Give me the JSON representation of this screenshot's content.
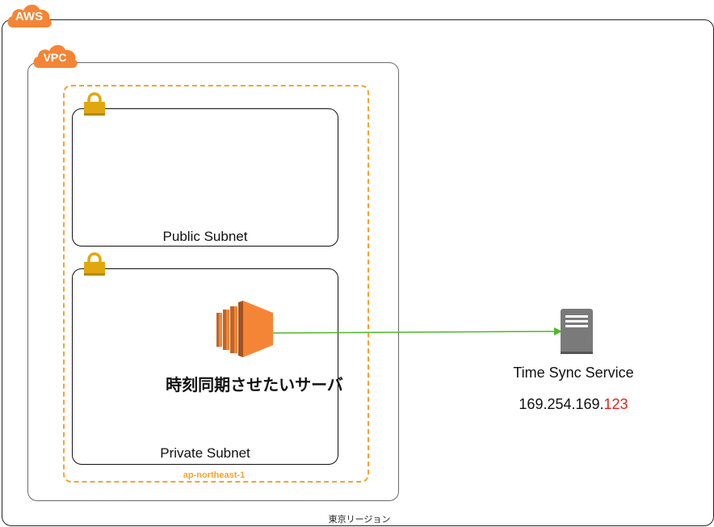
{
  "aws": {
    "badge": "AWS",
    "region_label": "東京リージョン"
  },
  "vpc": {
    "badge": "VPC"
  },
  "availability_zone": {
    "label": "ap-northeast-1"
  },
  "subnets": {
    "public": {
      "label": "Public Subnet"
    },
    "private": {
      "label": "Private Subnet"
    }
  },
  "ec2": {
    "label": "時刻同期させたいサーバ"
  },
  "time_sync": {
    "label": "Time Sync Service",
    "ip_prefix": "169.254.169.",
    "ip_suffix": "123"
  },
  "colors": {
    "aws_orange": "#f58536",
    "az_dash": "#f6a32a",
    "lock": "#e0a80e",
    "arrow": "#4fb82a",
    "server_gray": "#7a7a7a",
    "ip_highlight": "#e5221a"
  }
}
